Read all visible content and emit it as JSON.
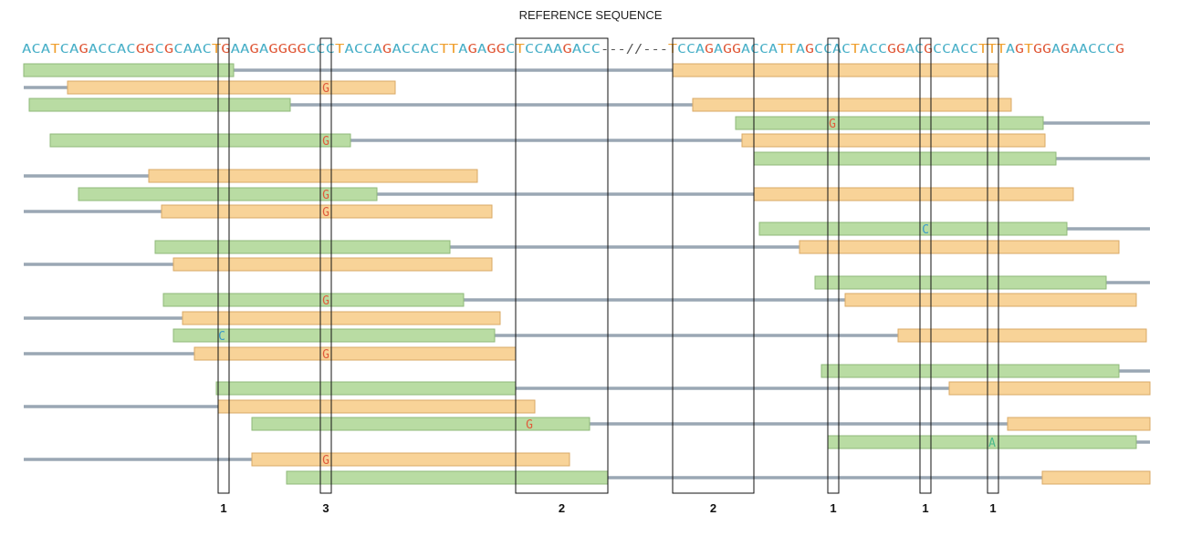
{
  "title": "REFERENCE SEQUENCE",
  "reference": {
    "left": "ACATCAGACCACGGCGCAACTGAAGAGGGGCCCTACCAGACCACTTAGAGGCTCCAAGACC",
    "gap": "---//---",
    "right": "TCCAGAGGACCATTAGCCACTACCGGACGCCACCTTTAGTGGAGAACCCG"
  },
  "colors": {
    "A": "#4ab0c8",
    "C": "#4ab0c8",
    "G": "#e05a3a",
    "T": "#f0a030",
    "read_green": "#b9dca3",
    "read_green_border": "#8fb97a",
    "read_orange": "#f8d398",
    "read_orange_border": "#d9a866",
    "line": "#9aa7b4",
    "variant_G": "#e05a3a",
    "variant_C": "#3a9ac8",
    "variant_A": "#4ab88a"
  },
  "variant_column_counts": [
    "1",
    "3",
    "2",
    "2",
    "1",
    "1",
    "1"
  ]
}
